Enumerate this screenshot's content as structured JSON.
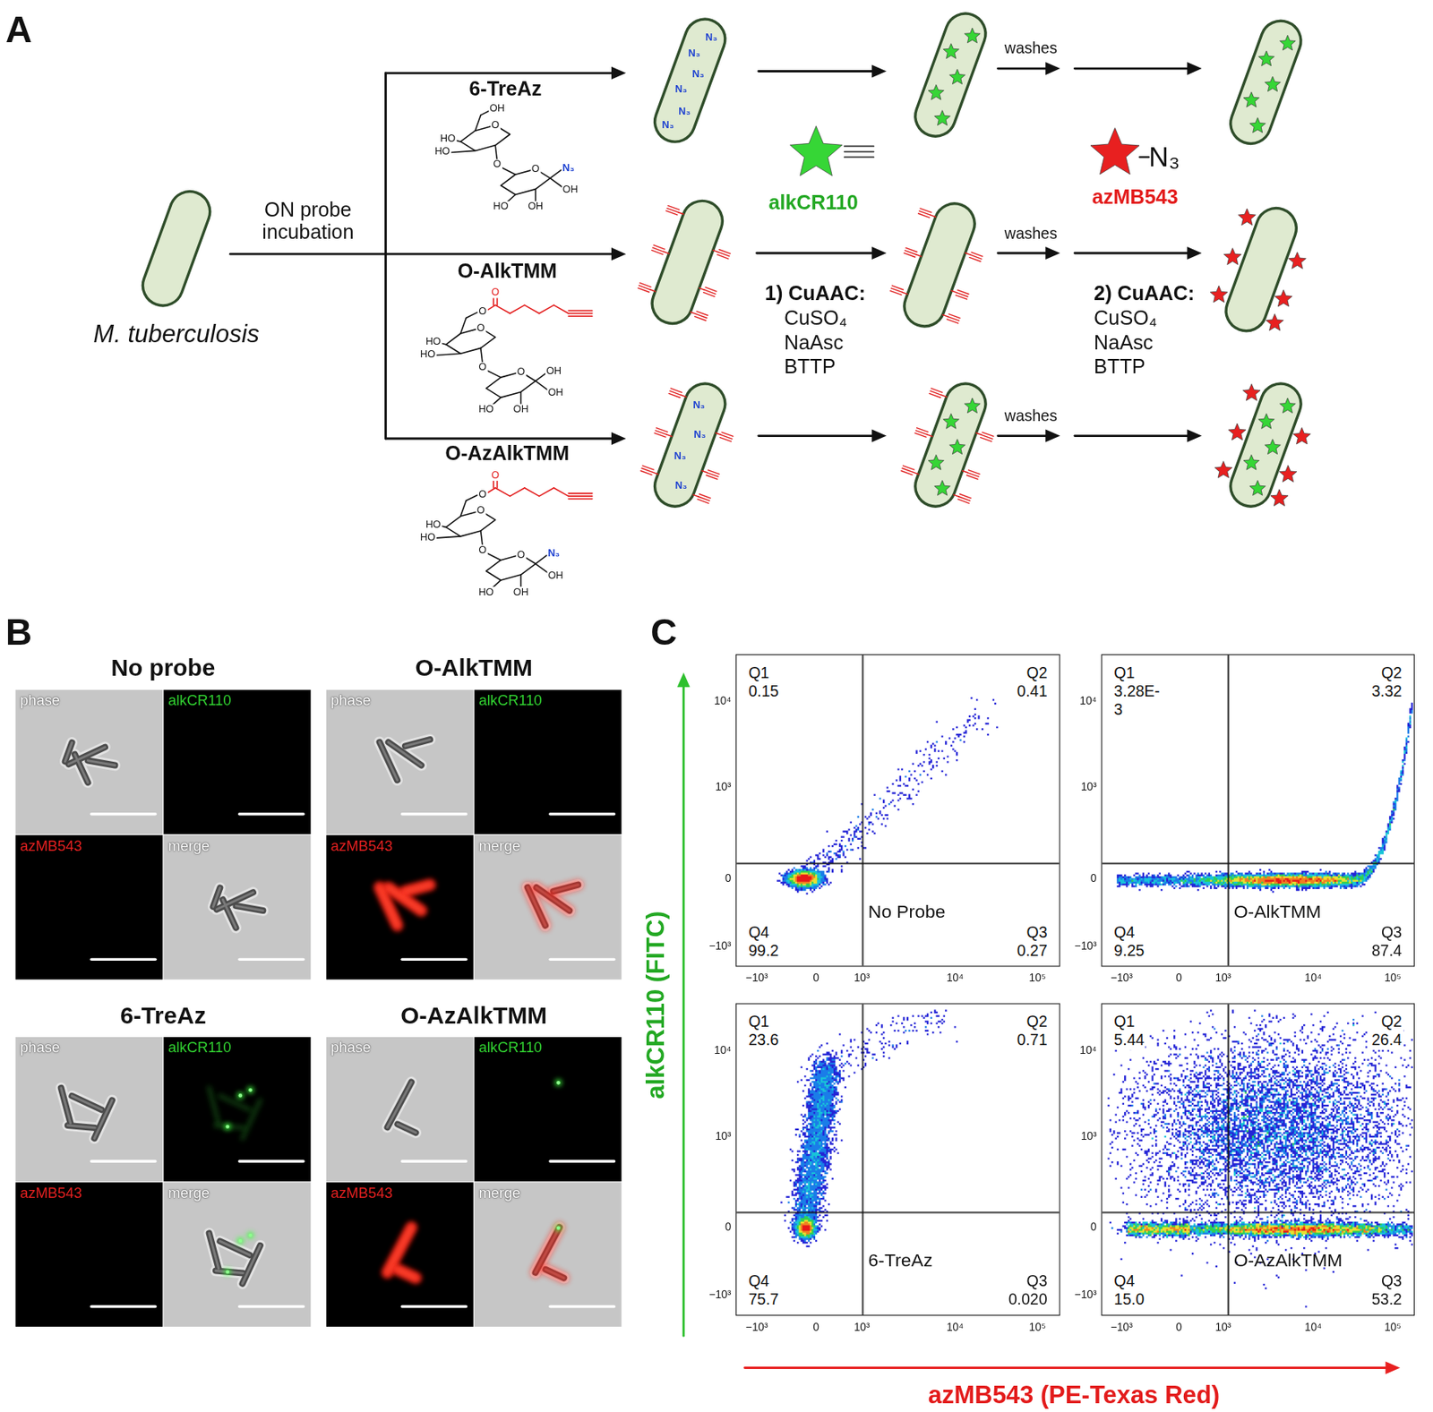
{
  "diagram": {
    "nodes": [
      {
        "text": [
          "No probe"
        ]
      },
      {
        "text": [
          "phase"
        ],
        "in": 0
      },
      {
        "text": [
          "alkCR110"
        ],
        "in": 0
      },
      {
        "text": [
          "azMB543"
        ],
        "in": 0
      },
      {
        "text": [
          "merge"
        ],
        "in": 0
      },
      {
        "text": [
          "O-AlkTMM"
        ]
      },
      {
        "text": [
          "phase"
        ],
        "in": 5
      },
      {
        "text": [
          "alkCR110"
        ],
        "in": 5
      },
      {
        "text": [
          "azMB543"
        ],
        "in": 5
      },
      {
        "text": [
          "merge"
        ],
        "in": 5
      },
      {
        "text": [
          "6-TreAz"
        ]
      },
      {
        "text": [
          "phase"
        ],
        "in": 10
      },
      {
        "text": [
          "alkCR110"
        ],
        "in": 10
      },
      {
        "text": [
          "azMB543"
        ],
        "in": 10
      },
      {
        "text": [
          "merge"
        ],
        "in": 10
      },
      {
        "text": [
          "O-AzAlkTMM"
        ]
      },
      {
        "text": [
          "phase"
        ],
        "in": 15
      },
      {
        "text": [
          "alkCR110"
        ],
        "in": 15
      },
      {
        "text": [
          "azMB543"
        ],
        "in": 15
      },
      {
        "text": [
          "merge"
        ],
        "in": 15
      },
      {
        "text": [
          "Q1 0.15",
          "Q2 0.41",
          "Q4 99.2",
          "Q3 0.27",
          "No Probe"
        ]
      },
      {
        "text": [
          "Q1 3.28E-3",
          "Q2 3.32",
          "Q4 9.25",
          "Q3 87.4",
          "O-AlkTMM"
        ]
      },
      {
        "text": [
          "Q1 23.6",
          "Q2 0.71",
          "Q4 75.7",
          "Q3 0.020",
          "6-TreAz"
        ]
      },
      {
        "text": [
          "Q1 5.44",
          "Q2 26.4",
          "Q4 15.0",
          "Q3 53.2",
          "O-AzAlkTMM"
        ]
      }
    ],
    "labels": [
      "A",
      "ON probe incubation",
      "M. tuberculosis",
      "6-TreAz",
      "O-AlkTMM",
      "O-AzAlkTMM",
      "alkCR110",
      "N₃",
      "azMB543",
      "washes",
      "washes",
      "washes",
      "1) CuAAC:",
      "CuSO₄",
      "NaAsc",
      "BTTP",
      "2) CuAAC:",
      "CuSO₄",
      "NaAsc",
      "BTTP",
      "N₃",
      "N₃",
      "N₃",
      "N₃",
      "N₃",
      "N₃",
      "N₃",
      "N₃",
      "N₃",
      "N₃",
      "OH",
      "HO",
      "HO",
      "O",
      "O",
      "O",
      "N₃",
      "HO",
      "OH",
      "OH",
      "O",
      "O",
      "HO",
      "HO",
      "O",
      "O",
      "O",
      "OH",
      "HO",
      "OH",
      "OH",
      "O",
      "O",
      "HO",
      "HO",
      "O",
      "O",
      "O",
      "N₃",
      "HO",
      "OH",
      "OH",
      "B",
      "C",
      "alkCR110 (FITC)",
      "azMB543 (PE-Texas Red)",
      "10⁴",
      "10³",
      "0",
      "−10³",
      "−10³",
      "0",
      "10³",
      "10⁴",
      "10⁵",
      "10⁴",
      "10³",
      "0",
      "−10³",
      "−10³",
      "0",
      "10³",
      "10⁴",
      "10⁵",
      "10⁴",
      "10³",
      "0",
      "−10³",
      "−10³",
      "0",
      "10³",
      "10⁴",
      "10⁵",
      "10⁴",
      "10³",
      "0",
      "−10³",
      "−10³",
      "0",
      "10³",
      "10⁴",
      "10⁵"
    ]
  }
}
